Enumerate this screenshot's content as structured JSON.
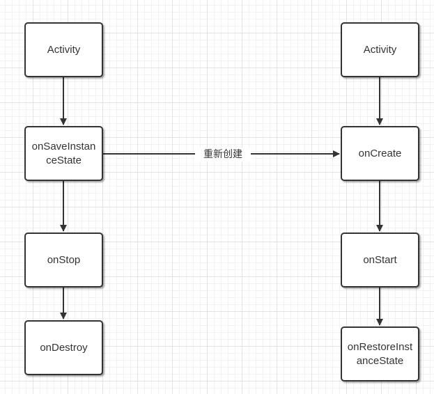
{
  "nodes": {
    "activity_left": "Activity",
    "on_save_instance_state": "onSaveInstanceState",
    "on_stop": "onStop",
    "on_destroy": "onDestroy",
    "activity_right": "Activity",
    "on_create": "onCreate",
    "on_start": "onStart",
    "on_restore_instance_state": "onRestoreInstanceState"
  },
  "edges": {
    "recreate_label": "重新创建"
  },
  "colors": {
    "stroke": "#333333",
    "node_fill": "#ffffff",
    "grid": "#e3e3e3"
  }
}
